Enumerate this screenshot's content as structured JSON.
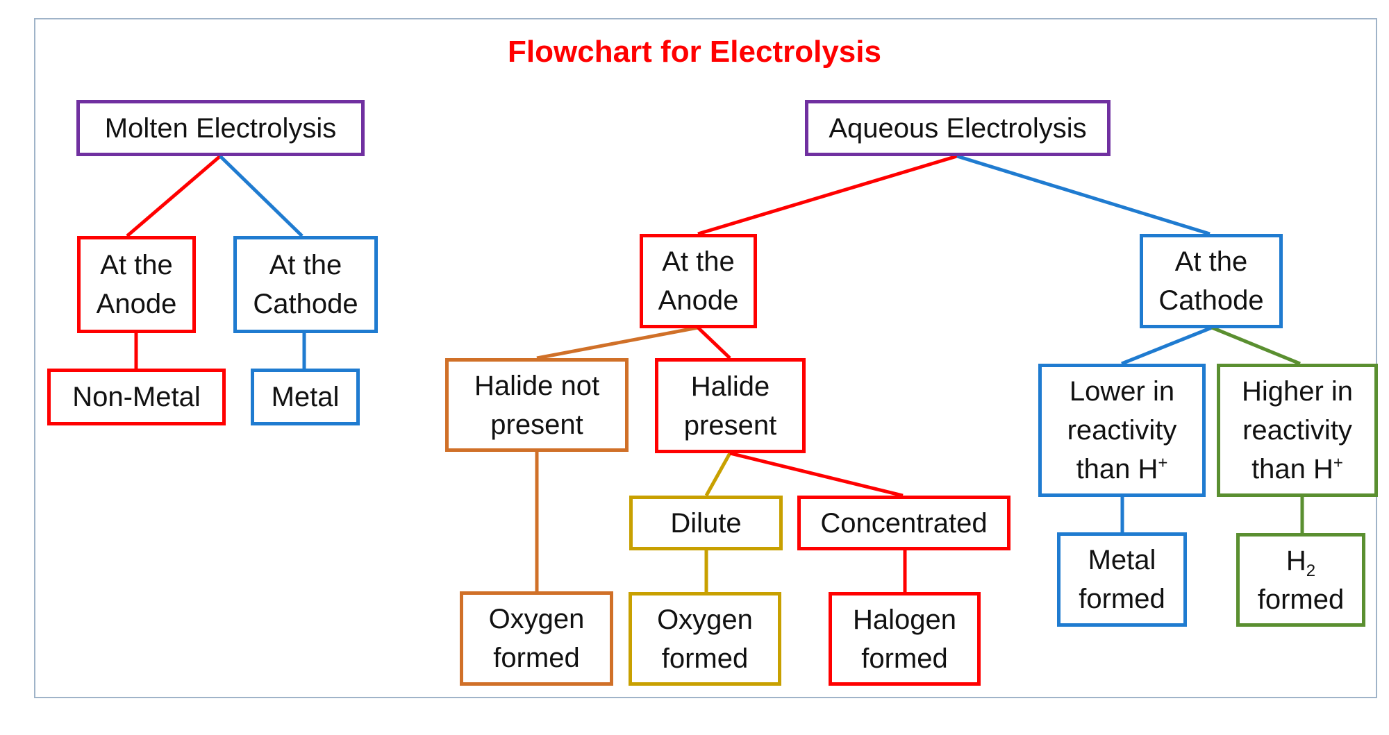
{
  "title": {
    "text": "Flowchart for Electrolysis",
    "color": "#ff0000"
  },
  "colors": {
    "purple": "#7030a0",
    "red": "#ff0000",
    "blue": "#1f7bd0",
    "orange": "#d07028",
    "gold": "#c8a000",
    "green": "#5a8f30"
  },
  "nodes": {
    "molten": {
      "lines": [
        "Molten Electrolysis"
      ]
    },
    "molten_anode": {
      "lines": [
        "At the",
        "Anode"
      ]
    },
    "molten_cathode": {
      "lines": [
        "At the",
        "Cathode"
      ]
    },
    "non_metal": {
      "lines": [
        "Non-Metal"
      ]
    },
    "metal": {
      "lines": [
        "Metal"
      ]
    },
    "aqueous": {
      "lines": [
        "Aqueous Electrolysis"
      ]
    },
    "aq_anode": {
      "lines": [
        "At the",
        "Anode"
      ]
    },
    "aq_cathode": {
      "lines": [
        "At the",
        "Cathode"
      ]
    },
    "halide_not": {
      "lines": [
        "Halide not",
        "present"
      ]
    },
    "halide_present": {
      "lines": [
        "Halide",
        "present"
      ]
    },
    "dilute": {
      "lines": [
        "Dilute"
      ]
    },
    "concentrated": {
      "lines": [
        "Concentrated"
      ]
    },
    "oxygen_1": {
      "lines": [
        "Oxygen",
        "formed"
      ]
    },
    "oxygen_2": {
      "lines": [
        "Oxygen",
        "formed"
      ]
    },
    "halogen": {
      "lines": [
        "Halogen",
        "formed"
      ]
    },
    "lower": {
      "lines": [
        "Lower in",
        "reactivity"
      ],
      "suffix": {
        "base": "than H",
        "sup": "+"
      }
    },
    "higher": {
      "lines": [
        "Higher in",
        "reactivity"
      ],
      "suffix": {
        "base": "than H",
        "sup": "+"
      }
    },
    "metal_formed": {
      "lines": [
        "Metal",
        "formed"
      ]
    },
    "h2_formed": {
      "prefix": {
        "base": "H",
        "sub": "2"
      },
      "lines": [
        "formed"
      ]
    }
  }
}
